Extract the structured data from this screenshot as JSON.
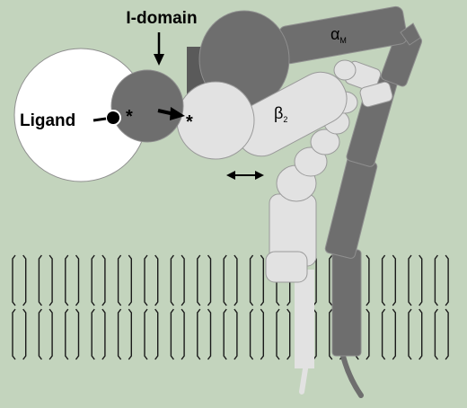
{
  "labels": {
    "i_domain": "I-domain",
    "ligand": "Ligand",
    "alpha": "α",
    "alpha_sub": "M",
    "beta": "β",
    "beta_sub": "2",
    "star": "*"
  },
  "colors": {
    "background": "#c3d4bd",
    "alpha_subunit": "#6e6e6e",
    "alpha_dark": "#5a5a5a",
    "beta_subunit": "#e2e2e2",
    "ligand_fill": "#ffffff",
    "outline": "#8f8f8f",
    "membrane_line": "#1a1a1a",
    "text": "#000000"
  }
}
